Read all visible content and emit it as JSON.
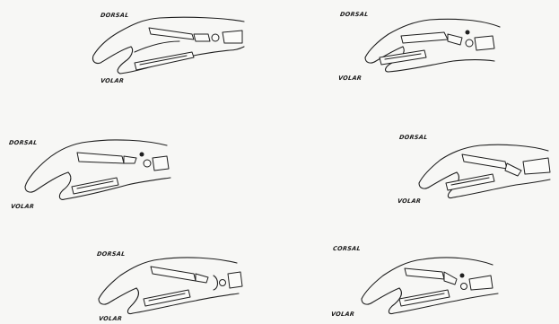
{
  "panels": [
    {
      "dorsal": "DORSAL",
      "volar": "VOLAR"
    },
    {
      "dorsal": "DORSAL",
      "volar": "VOLAR"
    },
    {
      "dorsal": "DORSAL",
      "volar": "VOLAR"
    },
    {
      "dorsal": "DORSAL",
      "volar": "VOLAR"
    },
    {
      "dorsal": "DORSAL",
      "volar": "VOLAR"
    },
    {
      "dorsal": "CORSAL",
      "volar": "VOLAR"
    }
  ]
}
